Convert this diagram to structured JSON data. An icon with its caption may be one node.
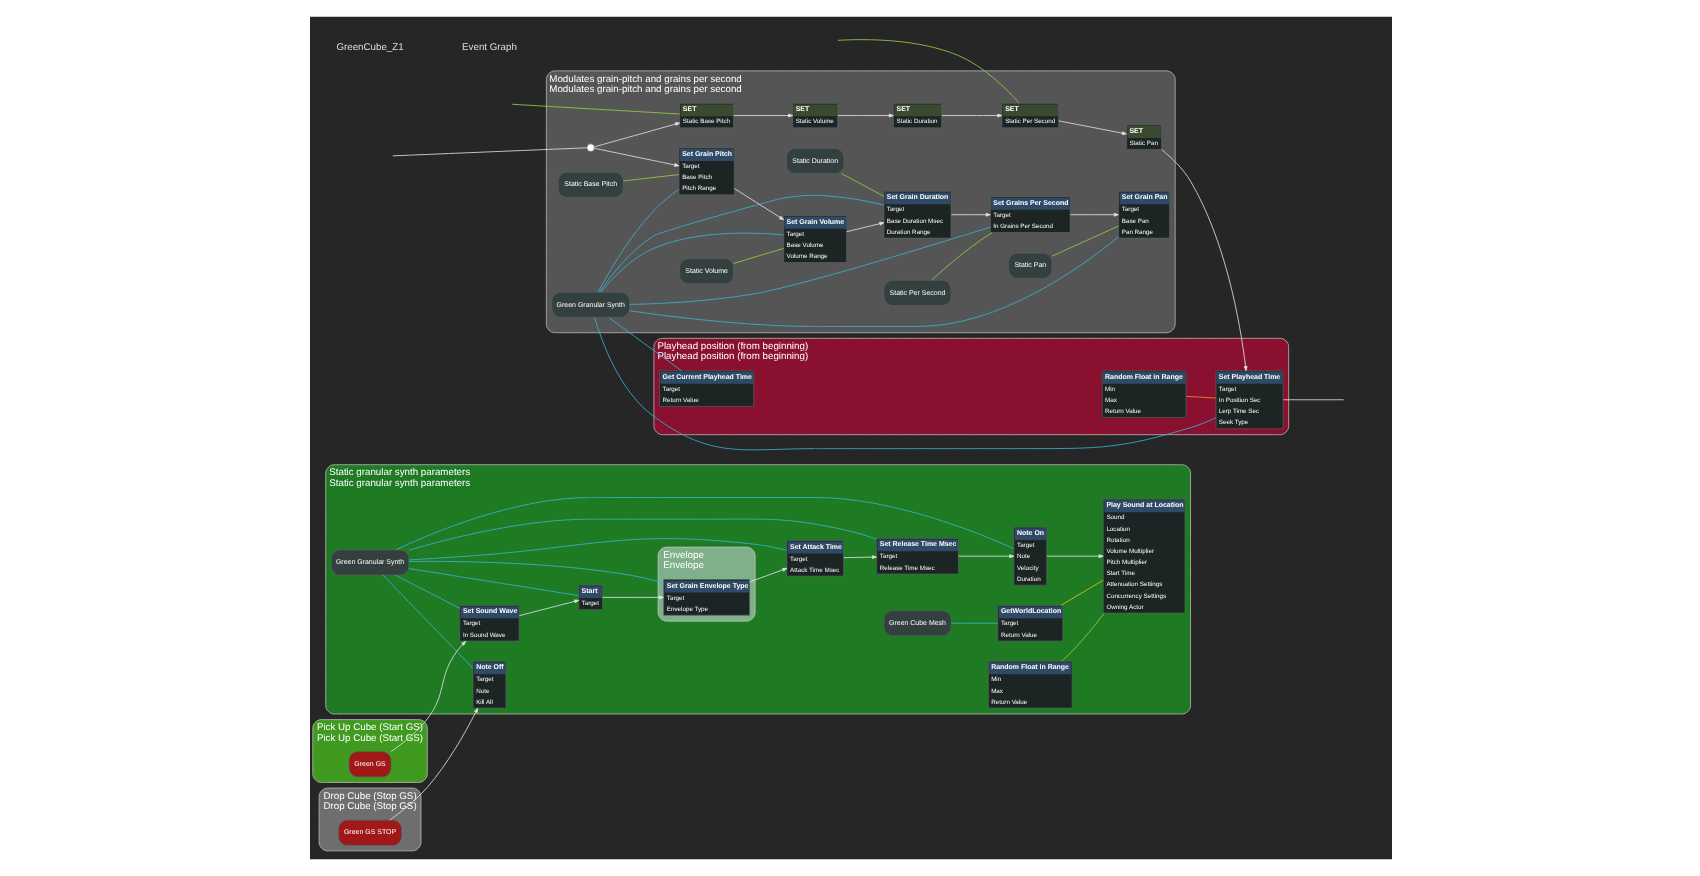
{
  "diagram": {
    "nodes": [
      {
        "text": [
          "Static granular synth parameters",
          "Static granular synth parameters"
        ]
      },
      {
        "text": [
          "Green Granular Synth"
        ],
        "in": 0
      },
      {
        "text": [
          "Set Sound Wave",
          "Target",
          "In Sound Wave"
        ],
        "in": 0
      },
      {
        "text": [
          "Start",
          "Target"
        ],
        "in": 0
      },
      {
        "text": [
          "Envelope",
          "Envelope"
        ],
        "in": 0
      },
      {
        "text": [
          "Set Grain Envelope Type",
          "Target",
          "Envelope Type"
        ],
        "in": 4
      },
      {
        "text": [
          "Set Attack Time",
          "Target",
          "Attack Time Msec"
        ],
        "in": 0
      },
      {
        "text": [
          "Set Release Time Msec",
          "Target",
          "Release Time Msec"
        ],
        "in": 0
      },
      {
        "text": [
          "Note On",
          "Target",
          "Note",
          "Velocity",
          "Duration"
        ],
        "in": 0
      },
      {
        "text": [
          "Note Off",
          "Target",
          "Note",
          "Kill All"
        ],
        "in": 0
      },
      {
        "text": [
          "Green Cube Mesh"
        ],
        "in": 0
      },
      {
        "text": [
          "GetWorldLocation",
          "Target",
          "Return Value"
        ],
        "in": 0
      },
      {
        "text": [
          "Random Float in Range",
          "Min",
          "Max",
          "Return Value"
        ],
        "in": 0
      },
      {
        "text": [
          "Play Sound at Location",
          "Sound",
          "Location",
          "Rotation",
          "Volume Multiplier",
          "Pitch Multiplier",
          "Start Time",
          "Attenuation Settings",
          "Concurrency Settings",
          "Owning Actor"
        ],
        "in": 0
      },
      {
        "text": [
          "Pick Up Cube (Start GS)",
          "Pick Up Cube (Start GS)"
        ]
      },
      {
        "text": [
          "Green GS"
        ],
        "in": 14
      },
      {
        "text": [
          "Drop Cube (Stop GS)",
          "Drop Cube (Stop GS)"
        ]
      },
      {
        "text": [
          "Green GS STOP"
        ],
        "in": 16
      },
      {
        "text": [
          "Modulates grain-pitch and grains per second",
          "Modulates grain-pitch and grains per second"
        ]
      },
      {
        "text": [
          "Green Granular Synth"
        ],
        "in": 18
      },
      {
        "text": [
          "Set Grain Pitch",
          "Target",
          "Base Pitch",
          "Pitch Range"
        ],
        "in": 18
      },
      {
        "text": [
          "Set Grain Volume",
          "Target",
          "Base Volume",
          "Volume Range"
        ],
        "in": 18
      },
      {
        "text": [
          "Set Grain Duration",
          "Target",
          "Base Duration Msec",
          "Duration Range"
        ],
        "in": 18
      },
      {
        "text": [
          "Set Grains Per Second",
          "Target",
          "In Grains Per Second"
        ],
        "in": 18
      },
      {
        "text": [
          "Set Grain Pan",
          "Target",
          "Base Pan",
          "Pan Range"
        ],
        "in": 18
      },
      {
        "text": [
          "Static Base Pitch"
        ],
        "in": 18
      },
      {
        "text": [
          "Static Volume"
        ],
        "in": 18
      },
      {
        "text": [
          "Static Duration"
        ],
        "in": 18
      },
      {
        "text": [
          "Static Per Second"
        ],
        "in": 18
      },
      {
        "text": [
          "Static Pan"
        ],
        "in": 18
      },
      {
        "text": [
          "SET",
          "Static Base Pitch"
        ],
        "in": 18
      },
      {
        "text": [
          "SET",
          "Static Volume"
        ],
        "in": 18
      },
      {
        "text": [
          "SET",
          "Static Duration"
        ],
        "in": 18
      },
      {
        "text": [
          "SET",
          "Static Per Second"
        ],
        "in": 18
      },
      {
        "text": [
          "SET",
          "Static Pan"
        ],
        "in": 18
      },
      {
        "text": [
          "Playhead position (from beginning)",
          "Playhead position (from beginning)"
        ]
      },
      {
        "text": [
          "Set Playhead Time",
          "Target",
          "In Position Sec",
          "Lerp Time Sec",
          "Seek Type"
        ],
        "in": 35
      },
      {
        "text": [
          "Random Float in Range",
          "Min",
          "Max",
          "Return Value"
        ],
        "in": 35
      },
      {
        "text": [
          "Get Current Playhead Time",
          "Target",
          "Return Value"
        ],
        "in": 35
      },
      {
        "text": [],
        "shape": "circle",
        "in": 18
      }
    ],
    "edges": [
      {
        "from": 15,
        "to": 2,
        "arrow": "to"
      },
      {
        "from": 2,
        "to": 3,
        "arrow": "to"
      },
      {
        "from": 3,
        "to": 5,
        "arrow": "to"
      },
      {
        "from": 5,
        "to": 6,
        "arrow": "to"
      },
      {
        "from": 6,
        "to": 7,
        "arrow": "to"
      },
      {
        "from": 7,
        "to": 8,
        "arrow": "to"
      },
      {
        "from": 8,
        "to": 13,
        "arrow": "to"
      },
      {
        "from": 17,
        "to": 9,
        "arrow": "to"
      },
      {
        "from": 1,
        "to": 2,
        "arrow": "none",
        "color": "#3ab0d0"
      },
      {
        "from": 1,
        "to": 3,
        "arrow": "none",
        "color": "#3ab0d0"
      },
      {
        "from": 1,
        "to": 5,
        "arrow": "none",
        "color": "#3ab0d0"
      },
      {
        "from": 1,
        "to": 6,
        "arrow": "none",
        "color": "#3ab0d0"
      },
      {
        "from": 1,
        "to": 7,
        "arrow": "none",
        "color": "#3ab0d0"
      },
      {
        "from": 1,
        "to": 8,
        "arrow": "none",
        "color": "#3ab0d0"
      },
      {
        "from": 1,
        "to": 9,
        "arrow": "none",
        "color": "#3ab0d0"
      },
      {
        "from": 10,
        "to": 11,
        "arrow": "none",
        "color": "#3ab0d0"
      },
      {
        "from": 11,
        "to": 13,
        "arrow": "none",
        "color": "#e0c020"
      },
      {
        "from": 12,
        "to": 13,
        "arrow": "none",
        "color": "#90d040"
      },
      {
        "from": null,
        "to": 39,
        "arrow": "none"
      },
      {
        "from": 39,
        "to": 20,
        "arrow": "to"
      },
      {
        "from": 20,
        "to": 21,
        "arrow": "to"
      },
      {
        "from": 21,
        "to": 22,
        "arrow": "to"
      },
      {
        "from": 22,
        "to": 23,
        "arrow": "to"
      },
      {
        "from": 23,
        "to": 24,
        "arrow": "to"
      },
      {
        "from": 39,
        "to": 30,
        "arrow": "to"
      },
      {
        "from": 30,
        "to": 31,
        "arrow": "to"
      },
      {
        "from": 31,
        "to": 32,
        "arrow": "to"
      },
      {
        "from": 32,
        "to": 33,
        "arrow": "to"
      },
      {
        "from": 33,
        "to": 34,
        "arrow": "to"
      },
      {
        "from": 34,
        "to": 36,
        "arrow": "to"
      },
      {
        "from": 36,
        "to": null,
        "arrow": "none"
      },
      {
        "from": 19,
        "to": 20,
        "arrow": "none",
        "color": "#3ab0d0"
      },
      {
        "from": 19,
        "to": 21,
        "arrow": "none",
        "color": "#3ab0d0"
      },
      {
        "from": 19,
        "to": 22,
        "arrow": "none",
        "color": "#3ab0d0"
      },
      {
        "from": 19,
        "to": 23,
        "arrow": "none",
        "color": "#3ab0d0"
      },
      {
        "from": 19,
        "to": 24,
        "arrow": "none",
        "color": "#3ab0d0"
      },
      {
        "from": 19,
        "to": 36,
        "arrow": "none",
        "color": "#3ab0d0"
      },
      {
        "from": 19,
        "to": 38,
        "arrow": "none",
        "color": "#3ab0d0"
      },
      {
        "from": 25,
        "to": 20,
        "arrow": "none",
        "color": "#90d040"
      },
      {
        "from": 26,
        "to": 21,
        "arrow": "none",
        "color": "#90d040"
      },
      {
        "from": 27,
        "to": 22,
        "arrow": "none",
        "color": "#90d040"
      },
      {
        "from": 28,
        "to": 23,
        "arrow": "none",
        "color": "#90d040"
      },
      {
        "from": 29,
        "to": 24,
        "arrow": "none",
        "color": "#90d040"
      },
      {
        "from": null,
        "to": 30,
        "arrow": "none",
        "color": "#90d040"
      },
      {
        "from": null,
        "to": 33,
        "arrow": "none",
        "color": "#90d040"
      },
      {
        "from": 37,
        "to": 36,
        "arrow": "none",
        "color": "#e09030"
      }
    ],
    "labels": [
      "GreenCube_Z1",
      "Event Graph"
    ]
  }
}
